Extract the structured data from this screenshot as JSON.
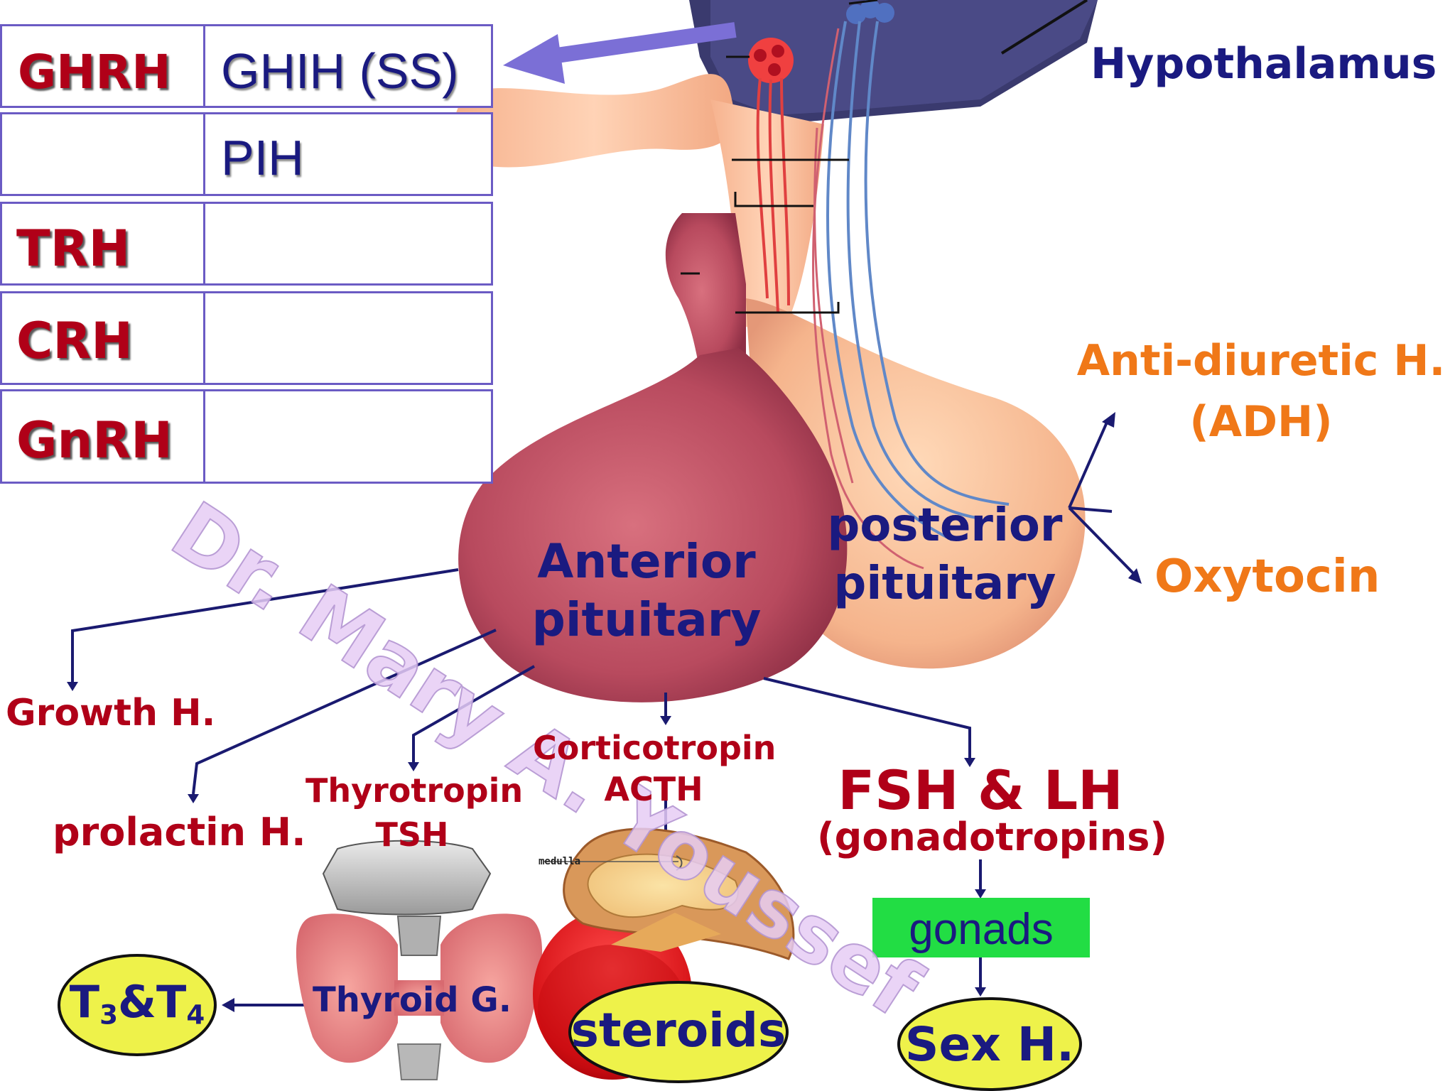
{
  "hypothalamic_table": {
    "rows": [
      {
        "left": "GHRH",
        "right": "GHIH (SS)"
      },
      {
        "left": "",
        "right": "PIH"
      },
      {
        "left": "TRH",
        "right": ""
      },
      {
        "left": "CRH",
        "right": ""
      },
      {
        "left": "GnRH",
        "right": ""
      }
    ]
  },
  "labels": {
    "hypothalamus": "Hypothalamus",
    "anterior_line1": "Anterior",
    "anterior_line2": "pituitary",
    "posterior_line1": "posterior",
    "posterior_line2": "pituitary",
    "adh_line1": "Anti-diuretic H.",
    "adh_line2": "(ADH)",
    "oxytocin": "Oxytocin",
    "growth": "Growth H.",
    "prolactin": "prolactin H.",
    "thyrotropin_line1": "Thyrotropin",
    "thyrotropin_line2": "TSH",
    "corticotropin_line1": "Corticotropin",
    "corticotropin_line2": "ACTH",
    "fsh_lh": "FSH & LH",
    "gonadotropins": "(gonadotropins)",
    "gonads": "gonads",
    "thyroid": "Thyroid G.",
    "medulla": "medulla",
    "t3t4_t": "T",
    "t3t4_3": "3",
    "t3t4_amp": "&T",
    "t3t4_4": "4",
    "steroids": "steroids",
    "sex_h": "Sex H."
  },
  "watermark": "Dr. Mary A. Youssef",
  "colors": {
    "dark_red": "#b00018",
    "navy": "#1a1a80",
    "orange": "#f07818",
    "green_box": "#22dd44",
    "oval_fill": "#eef24a",
    "arrow_purple": "#7b6fd6",
    "table_border": "#6b5bc4"
  }
}
